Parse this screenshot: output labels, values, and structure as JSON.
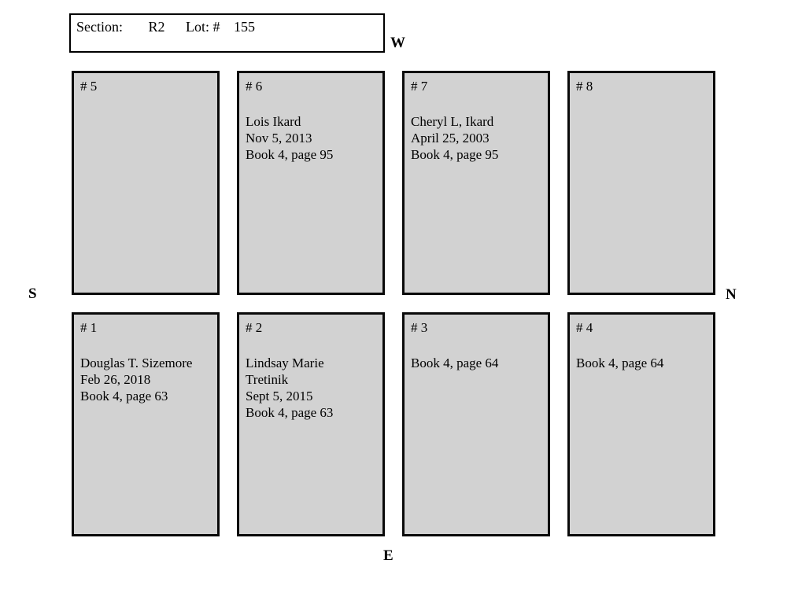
{
  "header": {
    "section_label": "Section:",
    "section_value": "R2",
    "lot_label": "Lot: #",
    "lot_value": "155"
  },
  "compass": {
    "west": "W",
    "south": "S",
    "north": "N",
    "east": "E"
  },
  "colors": {
    "plot_fill": "#d2d2d2",
    "border": "#000000",
    "background": "#ffffff"
  },
  "plots": [
    {
      "id": "# 5",
      "lines": []
    },
    {
      "id": "# 6",
      "lines": [
        "Lois Ikard",
        "Nov 5, 2013",
        "Book 4, page 95"
      ]
    },
    {
      "id": "# 7",
      "lines": [
        "Cheryl L, Ikard",
        "April 25, 2003",
        "Book 4, page 95"
      ]
    },
    {
      "id": "# 8",
      "lines": []
    },
    {
      "id": "# 1",
      "lines": [
        "Douglas T. Sizemore",
        "Feb 26, 2018",
        "Book 4, page 63"
      ]
    },
    {
      "id": "# 2",
      "lines": [
        "Lindsay Marie",
        "Tretinik",
        "Sept 5, 2015",
        "Book 4, page 63"
      ]
    },
    {
      "id": "# 3",
      "lines": [
        "Book 4, page 64"
      ]
    },
    {
      "id": "# 4",
      "lines": [
        "Book 4, page 64"
      ]
    }
  ]
}
